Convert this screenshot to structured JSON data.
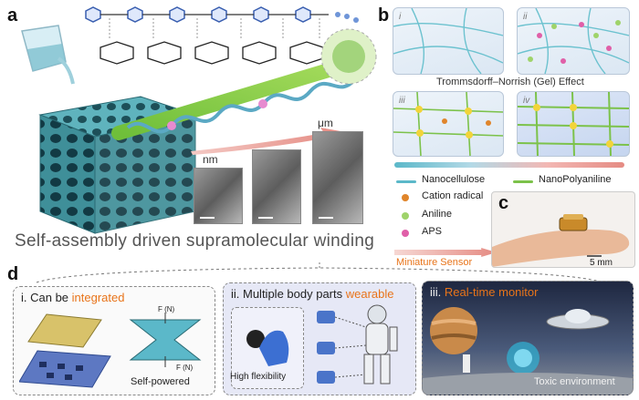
{
  "panels": {
    "a": "a",
    "b": "b",
    "c": "c",
    "d": "d"
  },
  "panel_a": {
    "scale_nm": "nm",
    "scale_um": "μm",
    "caption": "Self-assembly driven supramolecular winding"
  },
  "panel_b": {
    "tiles": [
      "i",
      "ii",
      "iii",
      "iv"
    ],
    "effect_label": "Trommsdorff–Norrish (Gel) Effect",
    "legend": {
      "nanocellulose": "Nanocellulose",
      "nanopolyaniline": "NanoPolyaniline",
      "cation_radical": "Cation radical",
      "aniline": "Aniline",
      "aps": "APS",
      "miniature_sensor": "Miniature Sensor"
    }
  },
  "panel_c": {
    "scale": "5 mm"
  },
  "panel_d": {
    "box1": {
      "prefix": "i. Can be ",
      "highlight": "integrated",
      "force_top": "F (N)",
      "force_bottom": "F (N)",
      "self_powered": "Self-powered"
    },
    "box2": {
      "prefix": "ii. Multiple body parts ",
      "highlight": "wearable",
      "flexibility": "High flexibility"
    },
    "box3": {
      "prefix": "iii. ",
      "highlight": "Real-time monitor",
      "toxic": "Toxic environment"
    }
  },
  "colors": {
    "nanocellulose": "#5bb8c9",
    "nanopolyaniline": "#7cc24a",
    "cation_radical": "#e0852b",
    "aniline": "#9fd36a",
    "aps": "#e05fa8",
    "accent": "#e8741a"
  }
}
